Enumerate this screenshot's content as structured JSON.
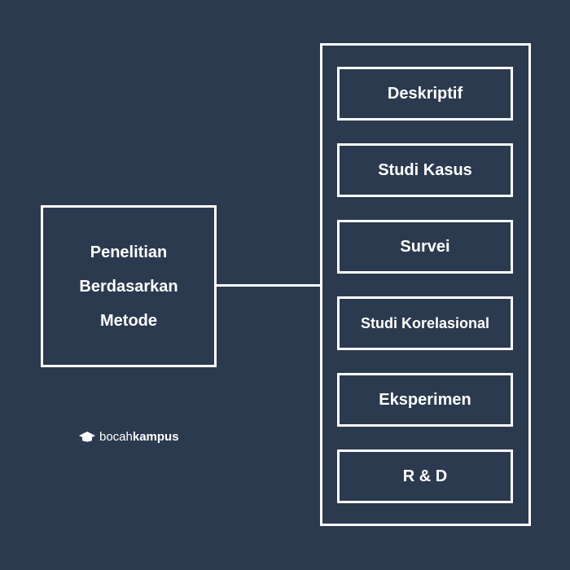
{
  "root": {
    "lines": [
      "Penelitian",
      "Berdasarkan",
      "Metode"
    ]
  },
  "items": [
    "Deskriptif",
    "Studi Kasus",
    "Survei",
    "Studi Korelasional",
    "Eksperimen",
    "R & D"
  ],
  "logo": {
    "prefix": "bocah",
    "bold": "kampus",
    "icon": "graduation-cap-icon"
  },
  "colors": {
    "background": "#2c3a4f",
    "line": "#ffffff",
    "text": "#ffffff"
  }
}
